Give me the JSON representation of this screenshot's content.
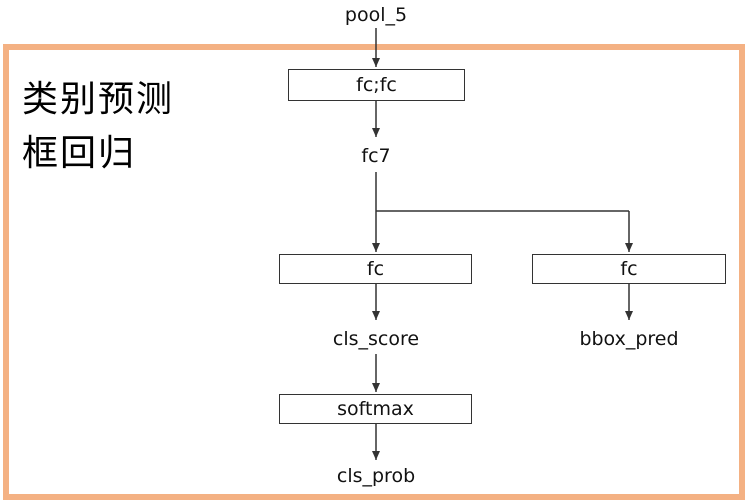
{
  "caption": {
    "line1": "类别预测",
    "line2": "框回归"
  },
  "nodes": {
    "pool5": "pool_5",
    "fcfc": "fc;fc",
    "fc7": "fc7",
    "fc_cls": "fc",
    "fc_bbox": "fc",
    "cls_score": "cls_score",
    "bbox_pred": "bbox_pred",
    "softmax": "softmax",
    "cls_prob": "cls_prob"
  },
  "colors": {
    "frame": "#f4b183",
    "lines": "#333333"
  }
}
